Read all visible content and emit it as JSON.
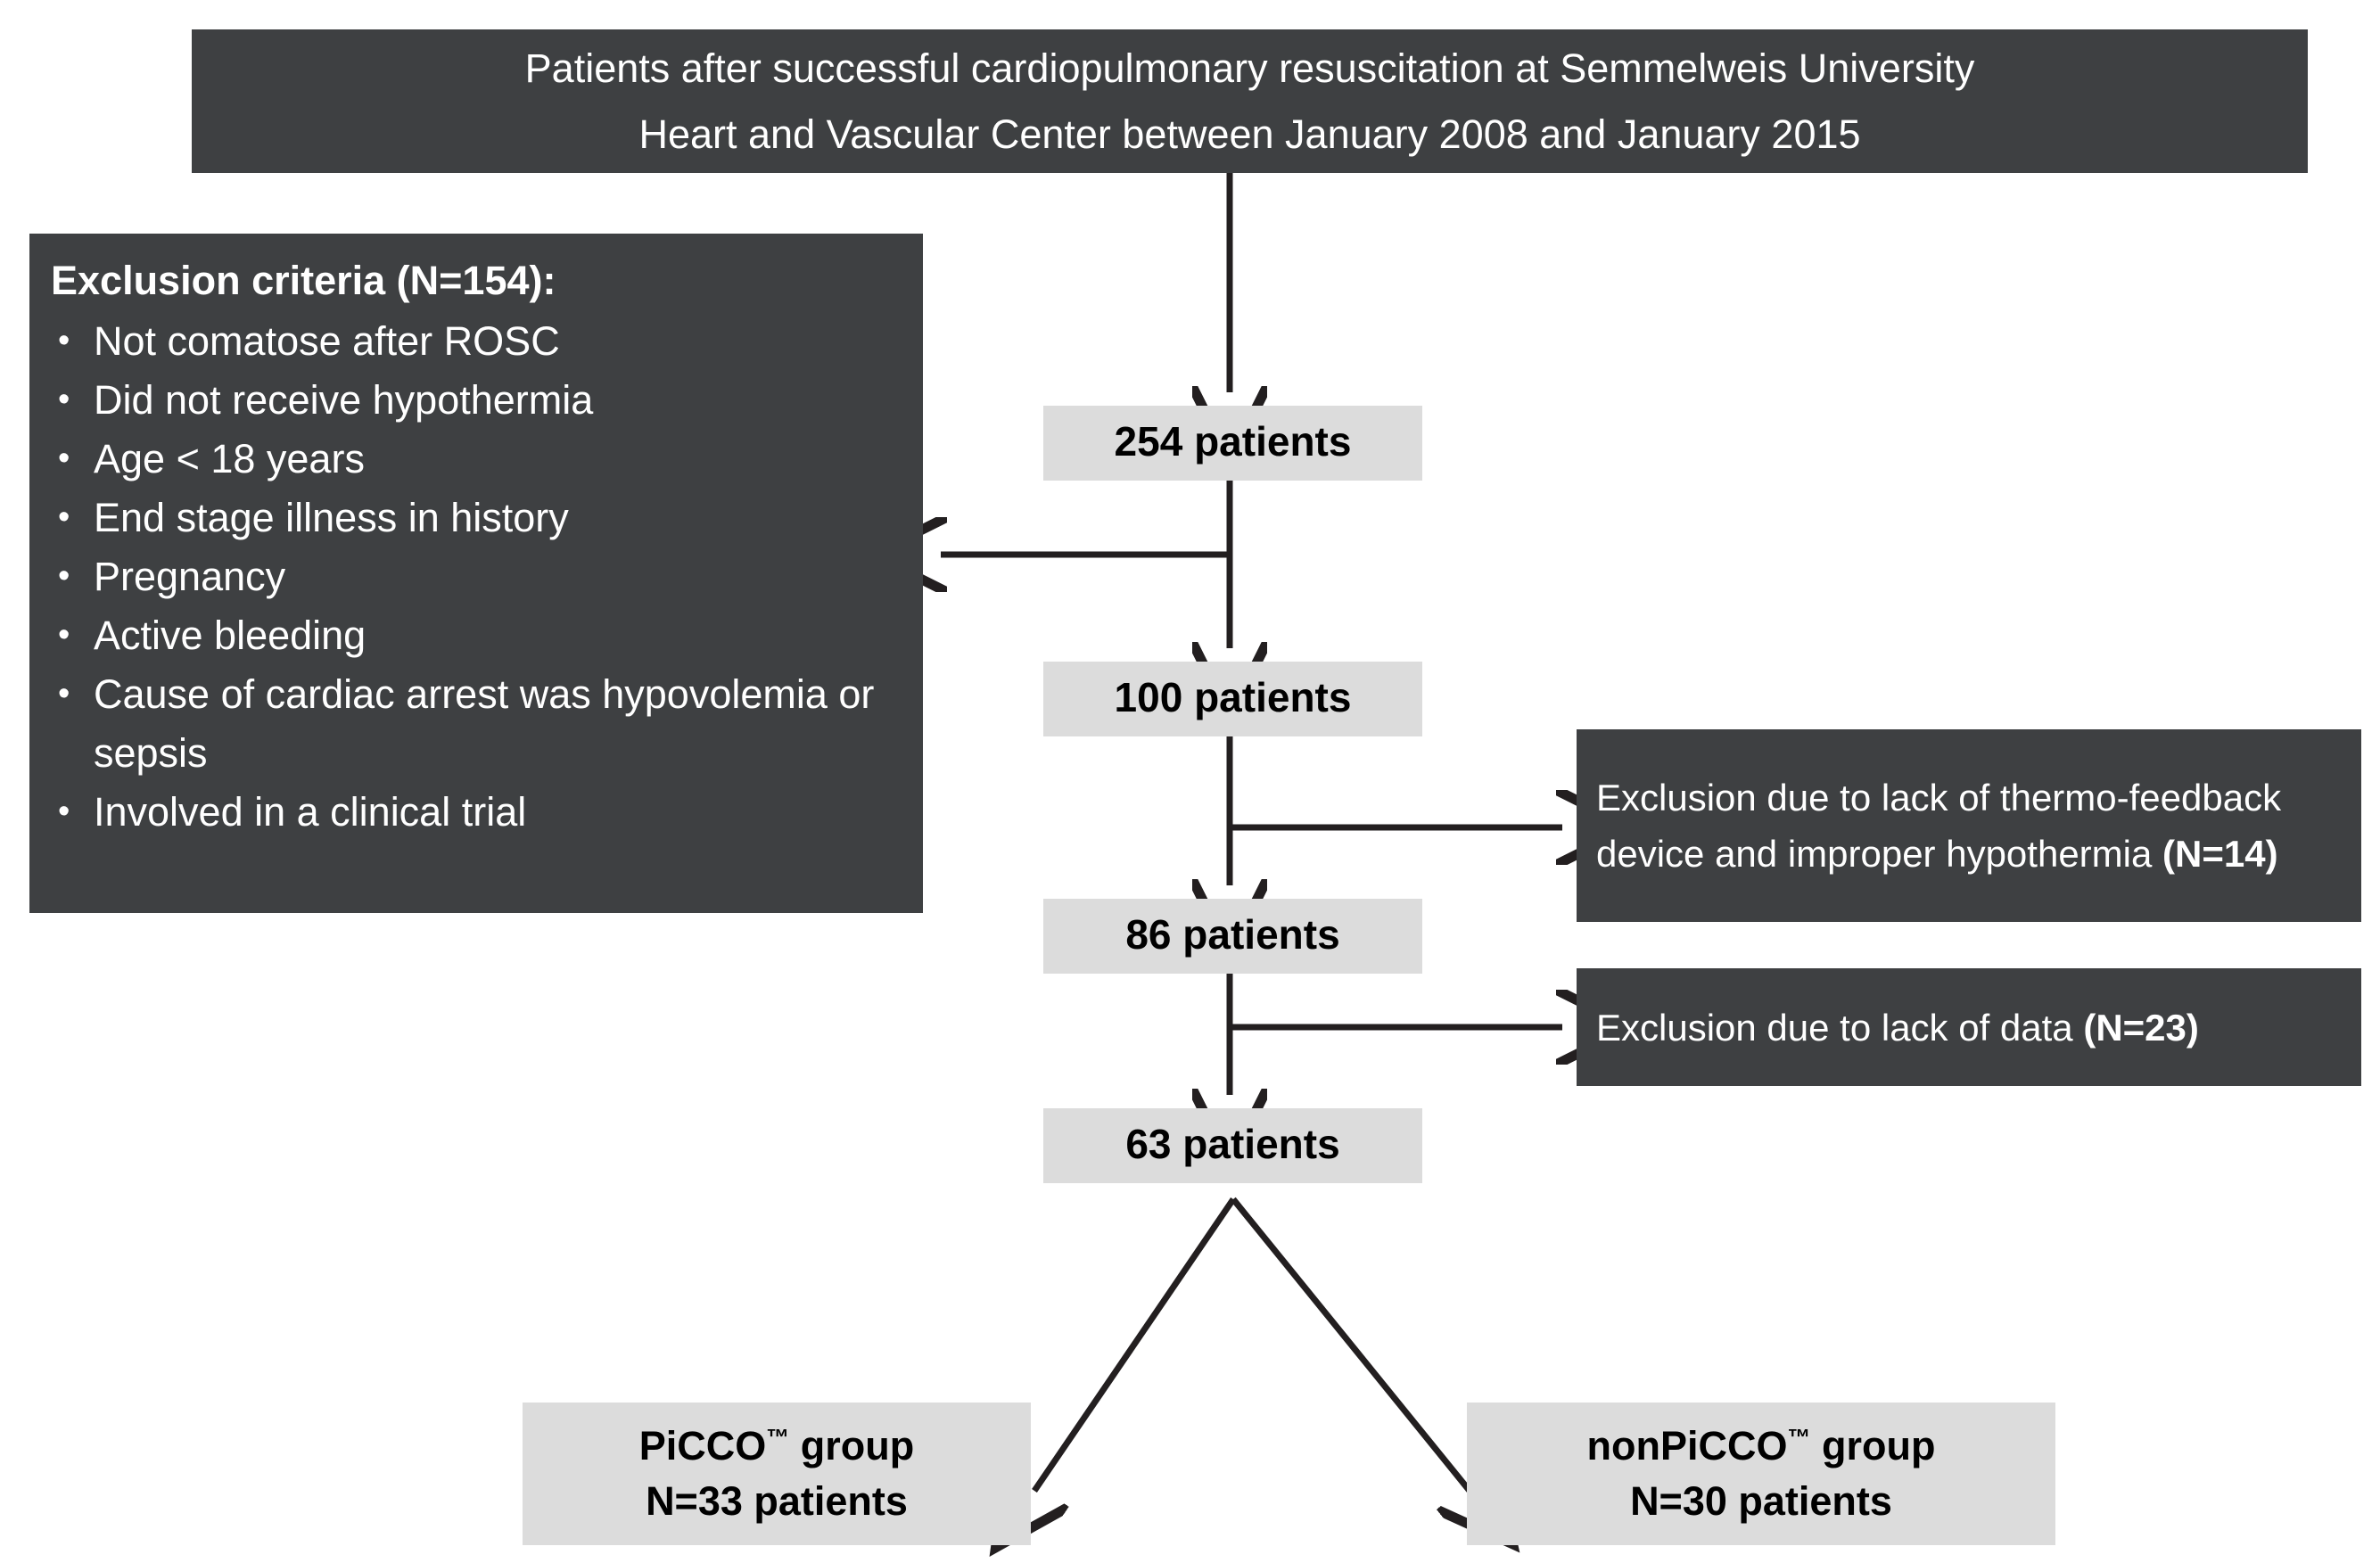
{
  "header": {
    "line1": "Patients after successful cardiopulmonary resuscitation at Semmelweis University",
    "line2": "Heart and Vascular Center between January 2008 and January 2015"
  },
  "exclusion_criteria": {
    "title": "Exclusion criteria (N=154):",
    "items": [
      "Not comatose after ROSC",
      "Did not receive hypothermia",
      "Age < 18 years",
      "End stage illness in history",
      "Pregnancy",
      "Active bleeding",
      "Cause of cardiac arrest was hypovolemia or sepsis",
      "Involved in a clinical trial"
    ]
  },
  "counts": {
    "step1": "254 patients",
    "step2": "100 patients",
    "step3": "86 patients",
    "step4": "63 patients"
  },
  "side_exclusions": {
    "thermo": {
      "text": "Exclusion due to lack of thermo-feedback device and improper hypothermia ",
      "count": "(N=14)"
    },
    "data": {
      "text": "Exclusion due to lack of data ",
      "count": "(N=23)"
    }
  },
  "groups": {
    "picco": {
      "name": "PiCCO",
      "trademark": "™",
      "suffix": " group",
      "count": "N=33 patients"
    },
    "nonpicco": {
      "name": "nonPiCCO",
      "trademark": "™",
      "suffix": " group",
      "count": "N=30 patients"
    }
  },
  "colors": {
    "dark_box": "#3e4042",
    "light_box": "#dcdcdc",
    "connector": "#231f20",
    "page_background": "#ffffff"
  },
  "chart_data": {
    "type": "diagram",
    "title": "CONSORT-style patient flow diagram",
    "nodes": [
      {
        "id": "source",
        "label": "Patients after successful cardiopulmonary resuscitation at Semmelweis University Heart and Vascular Center between January 2008 and January 2015",
        "style": "dark"
      },
      {
        "id": "n254",
        "label": "254 patients",
        "value": 254,
        "style": "light"
      },
      {
        "id": "n100",
        "label": "100 patients",
        "value": 100,
        "style": "light"
      },
      {
        "id": "n86",
        "label": "86 patients",
        "value": 86,
        "style": "light"
      },
      {
        "id": "n63",
        "label": "63 patients",
        "value": 63,
        "style": "light"
      },
      {
        "id": "exclusion_criteria",
        "label": "Exclusion criteria (N=154)",
        "value": 154,
        "style": "dark"
      },
      {
        "id": "exclusion_thermo",
        "label": "Exclusion due to lack of thermo-feedback device and improper hypothermia (N=14)",
        "value": 14,
        "style": "dark"
      },
      {
        "id": "exclusion_data",
        "label": "Exclusion due to lack of data (N=23)",
        "value": 23,
        "style": "dark"
      },
      {
        "id": "picco",
        "label": "PiCCO™ group N=33 patients",
        "value": 33,
        "style": "light"
      },
      {
        "id": "nonpicco",
        "label": "nonPiCCO™ group N=30 patients",
        "value": 30,
        "style": "light"
      }
    ],
    "edges": [
      {
        "from": "source",
        "to": "n254",
        "direction": "down"
      },
      {
        "from": "n254",
        "to": "exclusion_criteria",
        "direction": "left"
      },
      {
        "from": "n254",
        "to": "n100",
        "direction": "down"
      },
      {
        "from": "n100",
        "to": "exclusion_thermo",
        "direction": "right"
      },
      {
        "from": "n100",
        "to": "n86",
        "direction": "down"
      },
      {
        "from": "n86",
        "to": "exclusion_data",
        "direction": "right"
      },
      {
        "from": "n86",
        "to": "n63",
        "direction": "down"
      },
      {
        "from": "n63",
        "to": "picco",
        "direction": "down-left"
      },
      {
        "from": "n63",
        "to": "nonpicco",
        "direction": "down-right"
      }
    ]
  }
}
